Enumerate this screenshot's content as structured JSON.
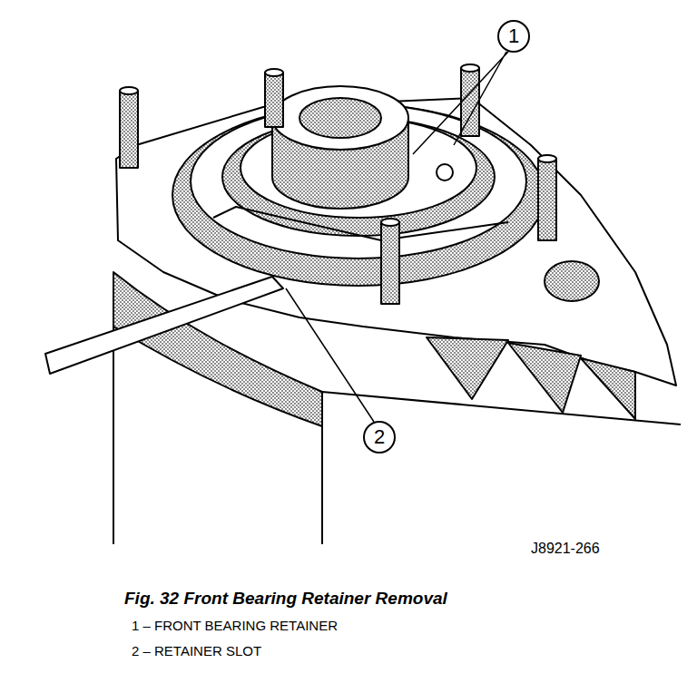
{
  "diagram": {
    "caption": "Fig. 32 Front Bearing Retainer Removal",
    "nodes": [
      {
        "text": [
          "1"
        ]
      },
      {
        "text": [
          "2"
        ]
      }
    ],
    "labels": [
      "J8921-266",
      "1 – FRONT BEARING RETAINER",
      "2 – RETAINER SLOT"
    ]
  }
}
